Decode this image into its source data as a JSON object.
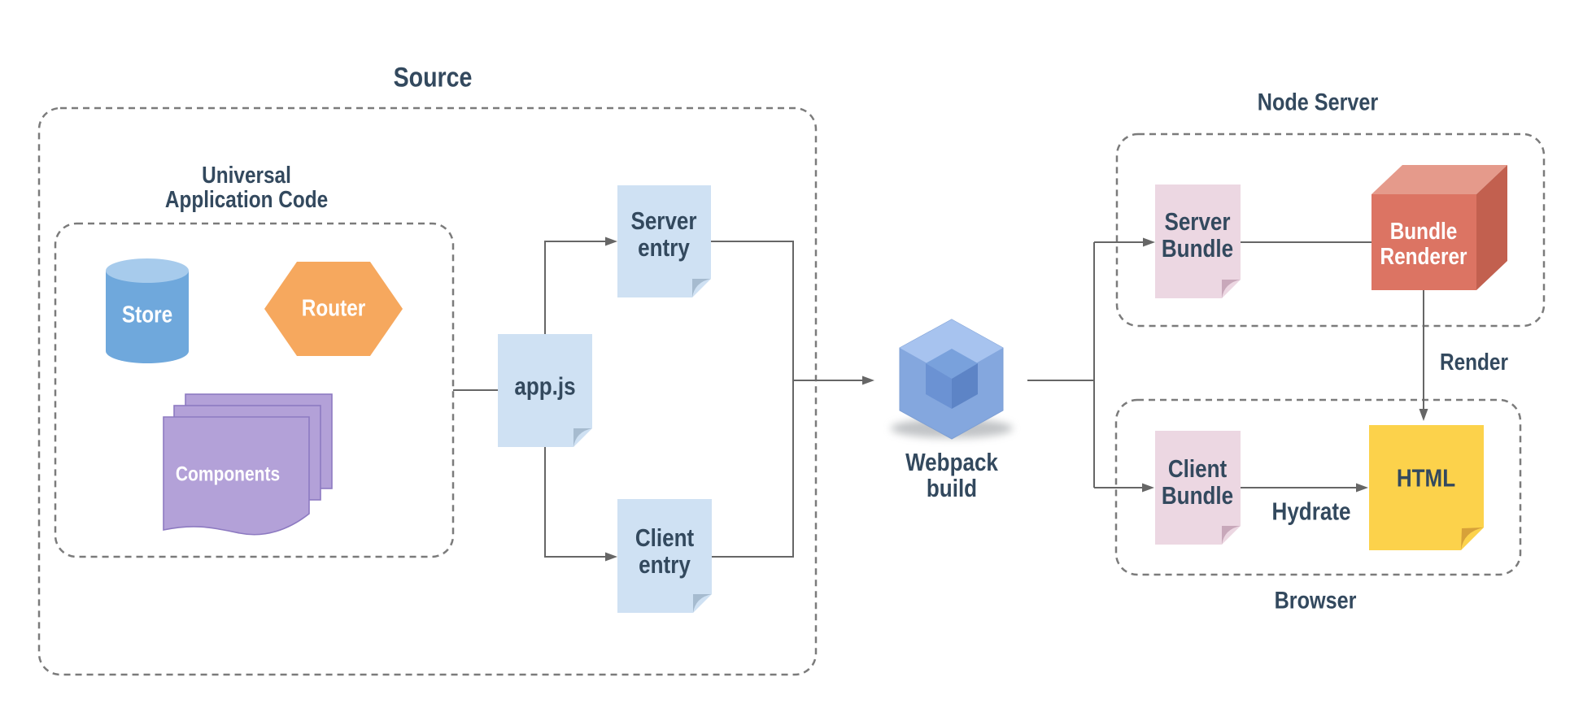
{
  "labels": {
    "source": "Source",
    "universal_application_code": "Universal\nApplication Code",
    "store": "Store",
    "router": "Router",
    "components": "Components",
    "app_js": "app.js",
    "server_entry": "Server\nentry",
    "client_entry": "Client\nentry",
    "webpack_build": "Webpack\nbuild",
    "node_server": "Node Server",
    "server_bundle": "Server\nBundle",
    "bundle_renderer": "Bundle\nRenderer",
    "render": "Render",
    "client_bundle": "Client\nBundle",
    "html": "HTML",
    "hydrate": "Hydrate",
    "browser": "Browser"
  },
  "colors": {
    "doc_blue": "#cfe1f3",
    "doc_blue_fold": "#a6bbcf",
    "doc_pink": "#ecd7e2",
    "doc_pink_fold": "#c8a8ba",
    "doc_yellow": "#fcd24b",
    "doc_yellow_fold": "#d7a139",
    "store_body": "#6fa8dc",
    "store_top": "#a7cbec",
    "router_orange": "#f6a85e",
    "components_fill": "#b3a1d8",
    "components_stroke": "#8d7ac1",
    "cube_front": "#dc7463",
    "cube_top": "#e59a8b",
    "cube_right": "#c2604f",
    "webpack_outer": "#84a7de",
    "webpack_outer_top": "#a9c4ef",
    "webpack_inner_top": "#79a1dc",
    "webpack_inner_left": "#6b92d3",
    "webpack_inner_right": "#5d84c6",
    "line": "#666666",
    "dash_border": "#7b7b7b",
    "text": "#33495e"
  }
}
